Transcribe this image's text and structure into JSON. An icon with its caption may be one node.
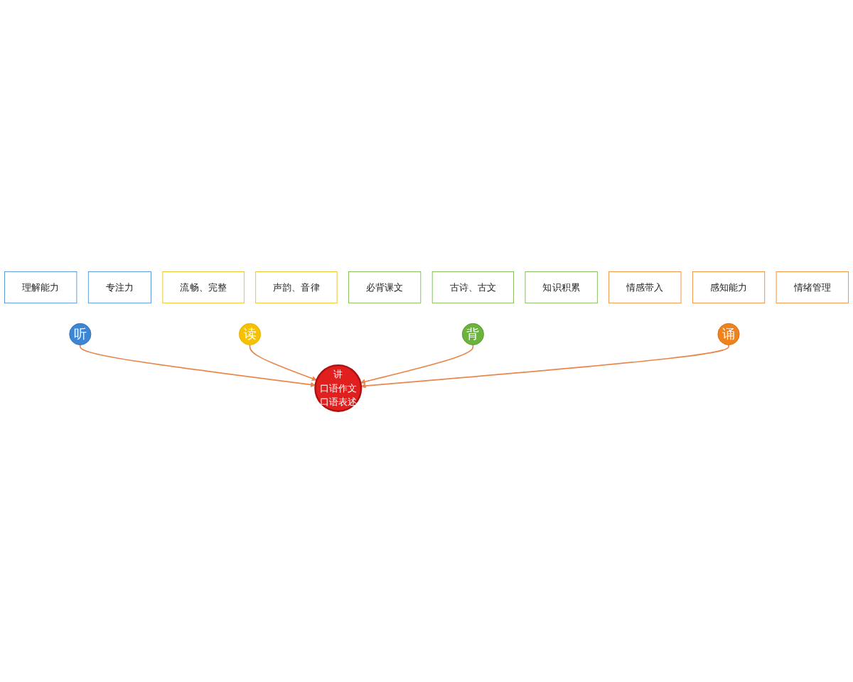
{
  "diagram": {
    "nodes": [
      {
        "text": [
          "讲",
          "口语作文",
          "口语表述"
        ]
      },
      {
        "text": [
          "听"
        ]
      },
      {
        "text": [
          "理解能力"
        ]
      },
      {
        "text": [
          "专注力"
        ]
      },
      {
        "text": [
          "读"
        ]
      },
      {
        "text": [
          "流畅、完整"
        ]
      },
      {
        "text": [
          "声韵、音律"
        ]
      },
      {
        "text": [
          "背"
        ]
      },
      {
        "text": [
          "必背课文"
        ]
      },
      {
        "text": [
          "古诗、古文"
        ]
      },
      {
        "text": [
          "知识积累"
        ]
      },
      {
        "text": [
          "诵"
        ]
      },
      {
        "text": [
          "情感带入"
        ]
      },
      {
        "text": [
          "感知能力"
        ]
      },
      {
        "text": [
          "情绪管理"
        ]
      }
    ],
    "edges": [
      {
        "from": 1,
        "to": 0,
        "arrow": "to"
      },
      {
        "from": 4,
        "to": 0,
        "arrow": "to"
      },
      {
        "from": 7,
        "to": 0,
        "arrow": "to"
      },
      {
        "from": 11,
        "to": 0,
        "arrow": "to"
      }
    ]
  }
}
